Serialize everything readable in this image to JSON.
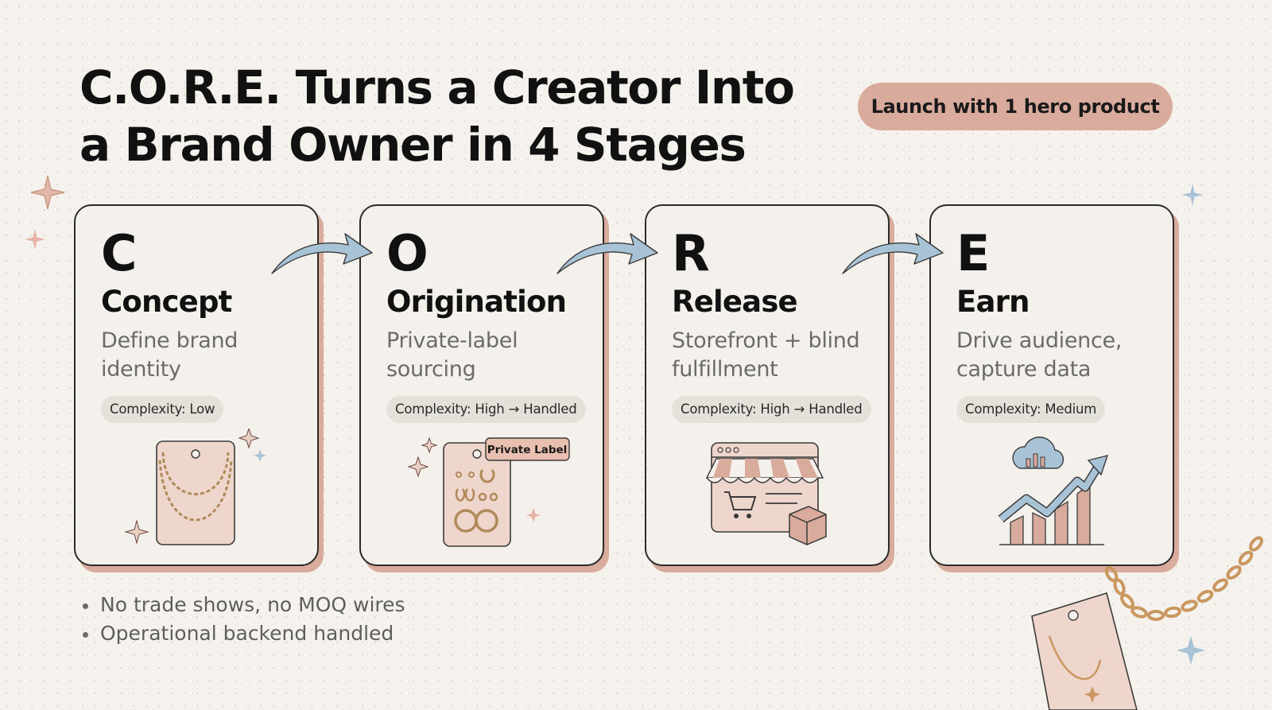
{
  "title": {
    "line1": "C.O.R.E. Turns a Creator Into",
    "line2": "a Brand Owner in 4 Stages"
  },
  "pill_label": "Launch with 1 hero product",
  "stages": [
    {
      "letter": "C",
      "name": "Concept",
      "description": "Define brand identity",
      "complexity": "Complexity: Low",
      "illustration": "necklace-tag-icon"
    },
    {
      "letter": "O",
      "name": "Origination",
      "description": "Private-label sourcing",
      "complexity": "Complexity: High → Handled",
      "illustration": "earring-card-icon",
      "tag": "Private Label"
    },
    {
      "letter": "R",
      "name": "Release",
      "description": "Storefront + blind fulfillment",
      "complexity": "Complexity: High → Handled",
      "illustration": "storefront-icon"
    },
    {
      "letter": "E",
      "name": "Earn",
      "description": "Drive audience, capture data",
      "complexity": "Complexity: Medium",
      "illustration": "growth-chart-icon"
    }
  ],
  "bullets": [
    "No trade shows, no MOQ wires",
    "Operational backend handled"
  ],
  "colors": {
    "background": "#f5f2ed",
    "accent_rose": "#d9ab9c",
    "accent_blue": "#a9c3d6",
    "card": "#f4f1ec",
    "outline": "#2b2b2b",
    "gold": "#c9975f"
  }
}
